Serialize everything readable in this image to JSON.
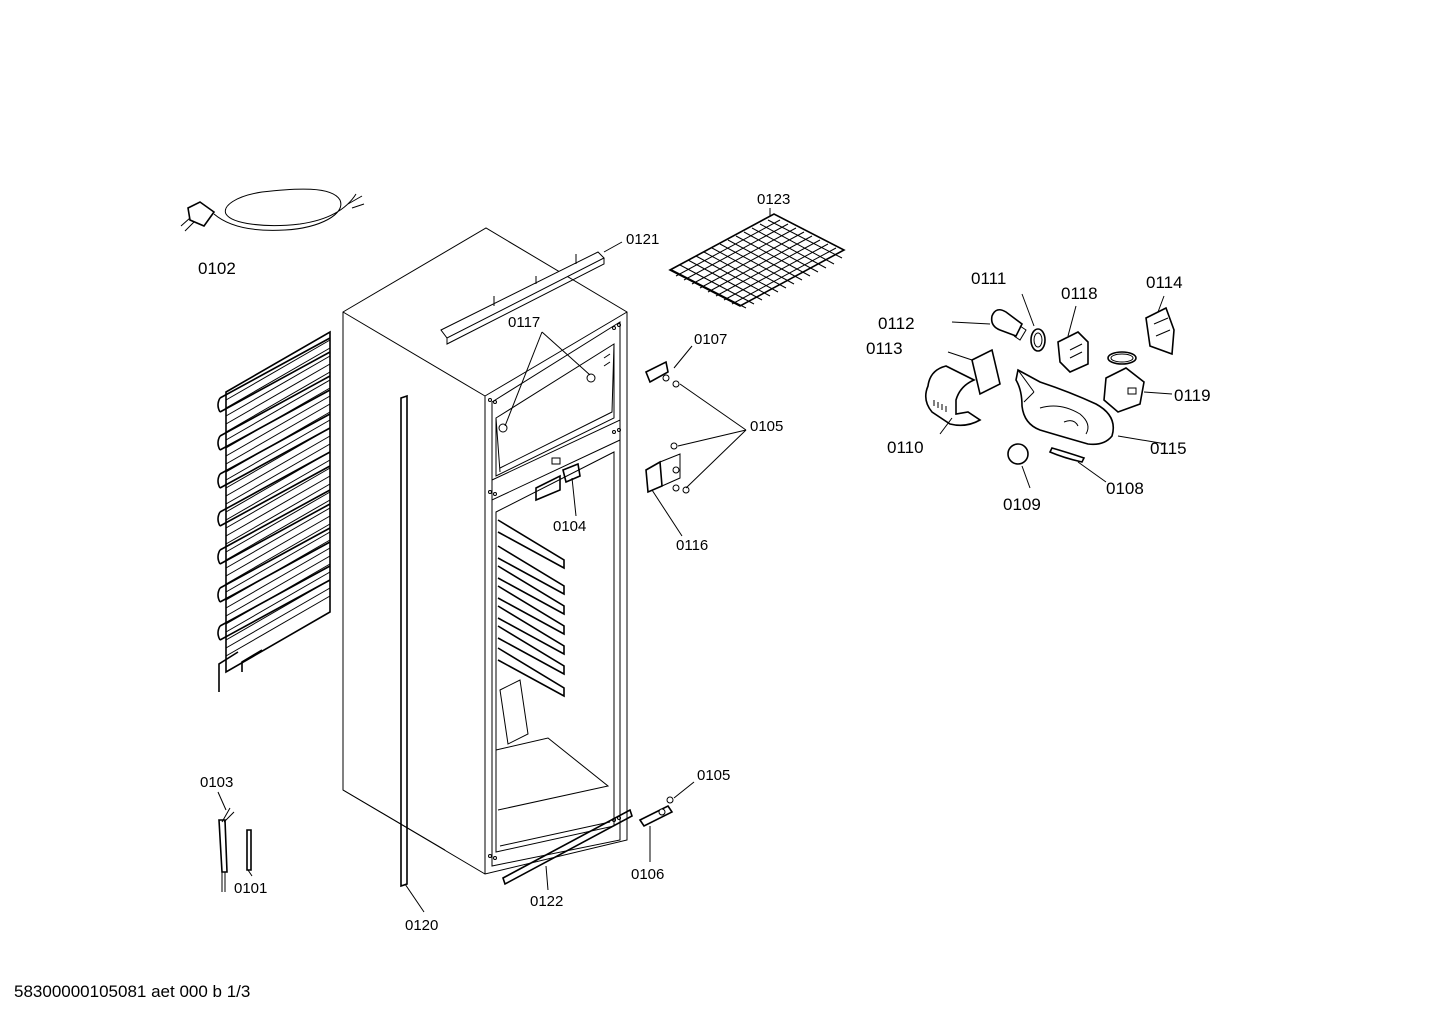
{
  "labels": {
    "p0102": "0102",
    "p0121": "0121",
    "p0123": "0123",
    "p0117": "0117",
    "p0107": "0107",
    "p0105a": "0105",
    "p0104": "0104",
    "p0116": "0116",
    "p0103": "0103",
    "p0101": "0101",
    "p0120": "0120",
    "p0122": "0122",
    "p0105b": "0105",
    "p0106": "0106",
    "p0111": "0111",
    "p0118": "0118",
    "p0114": "0114",
    "p0112": "0112",
    "p0113": "0113",
    "p0119": "0119",
    "p0110": "0110",
    "p0115": "0115",
    "p0109": "0109",
    "p0108": "0108"
  },
  "footer": "58300000105081 aet 000 b 1/3"
}
